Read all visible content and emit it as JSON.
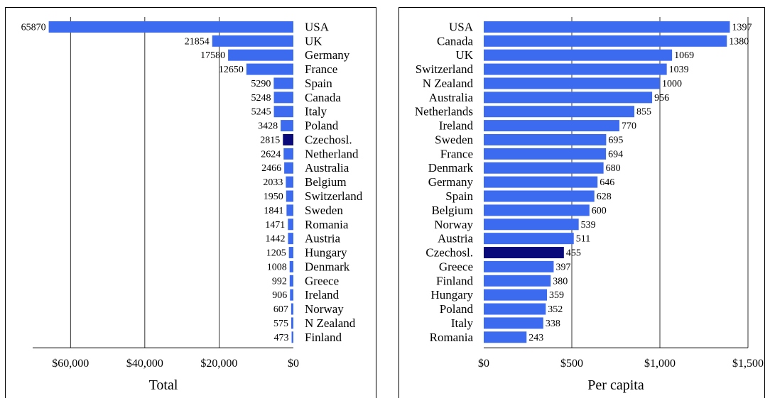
{
  "colors": {
    "bar": "#3d6bf0",
    "highlight": "#0a0a7a",
    "grid": "#000000"
  },
  "chart_data": [
    {
      "type": "bar",
      "orientation": "horizontal",
      "direction": "right-to-left",
      "xlabel": "Total",
      "ylabel": "",
      "xlim": [
        0,
        70000
      ],
      "xticks": [
        60000,
        40000,
        20000,
        0
      ],
      "xtick_labels": [
        "$60,000",
        "$40,000",
        "$20,000",
        "$0"
      ],
      "grid": "vertical",
      "categories": [
        "USA",
        "UK",
        "Germany",
        "France",
        "Spain",
        "Canada",
        "Italy",
        "Poland",
        "Czechosl.",
        "Netherland",
        "Australia",
        "Belgium",
        "Switzerland",
        "Sweden",
        "Romania",
        "Austria",
        "Hungary",
        "Denmark",
        "Greece",
        "Ireland",
        "Norway",
        "N Zealand",
        "Finland"
      ],
      "values": [
        65870,
        21854,
        17580,
        12650,
        5290,
        5248,
        5245,
        3428,
        2815,
        2624,
        2466,
        2033,
        1950,
        1841,
        1471,
        1442,
        1205,
        1008,
        992,
        906,
        607,
        575,
        473
      ],
      "value_labels": [
        "65870",
        "21854",
        "17580",
        "12650",
        "5290",
        "5248",
        "5245",
        "3428",
        "2815",
        "2624",
        "2466",
        "2033",
        "1950",
        "1841",
        "1471",
        "1442",
        "1205",
        "1008",
        "992",
        "906",
        "607",
        "575",
        "473"
      ],
      "highlight": "Czechosl."
    },
    {
      "type": "bar",
      "orientation": "horizontal",
      "direction": "left-to-right",
      "xlabel": "Per capita",
      "ylabel": "",
      "xlim": [
        0,
        1500
      ],
      "xticks": [
        0,
        500,
        1000,
        1500
      ],
      "xtick_labels": [
        "$0",
        "$500",
        "$1,000",
        "$1,500"
      ],
      "grid": "vertical",
      "categories": [
        "USA",
        "Canada",
        "UK",
        "Switzerland",
        "N Zealand",
        "Australia",
        "Netherlands",
        "Ireland",
        "Sweden",
        "France",
        "Denmark",
        "Germany",
        "Spain",
        "Belgium",
        "Norway",
        "Austria",
        "Czechosl.",
        "Greece",
        "Finland",
        "Hungary",
        "Poland",
        "Italy",
        "Romania"
      ],
      "values": [
        1397,
        1380,
        1069,
        1039,
        1000,
        956,
        855,
        770,
        695,
        694,
        680,
        646,
        628,
        600,
        539,
        511,
        455,
        397,
        380,
        359,
        352,
        338,
        243
      ],
      "value_labels": [
        "1397",
        "1380",
        "1069",
        "1039",
        "1000",
        "956",
        "855",
        "770",
        "695",
        "694",
        "680",
        "646",
        "628",
        "600",
        "539",
        "511",
        "455",
        "397",
        "380",
        "359",
        "352",
        "338",
        "243"
      ],
      "highlight": "Czechosl."
    }
  ]
}
